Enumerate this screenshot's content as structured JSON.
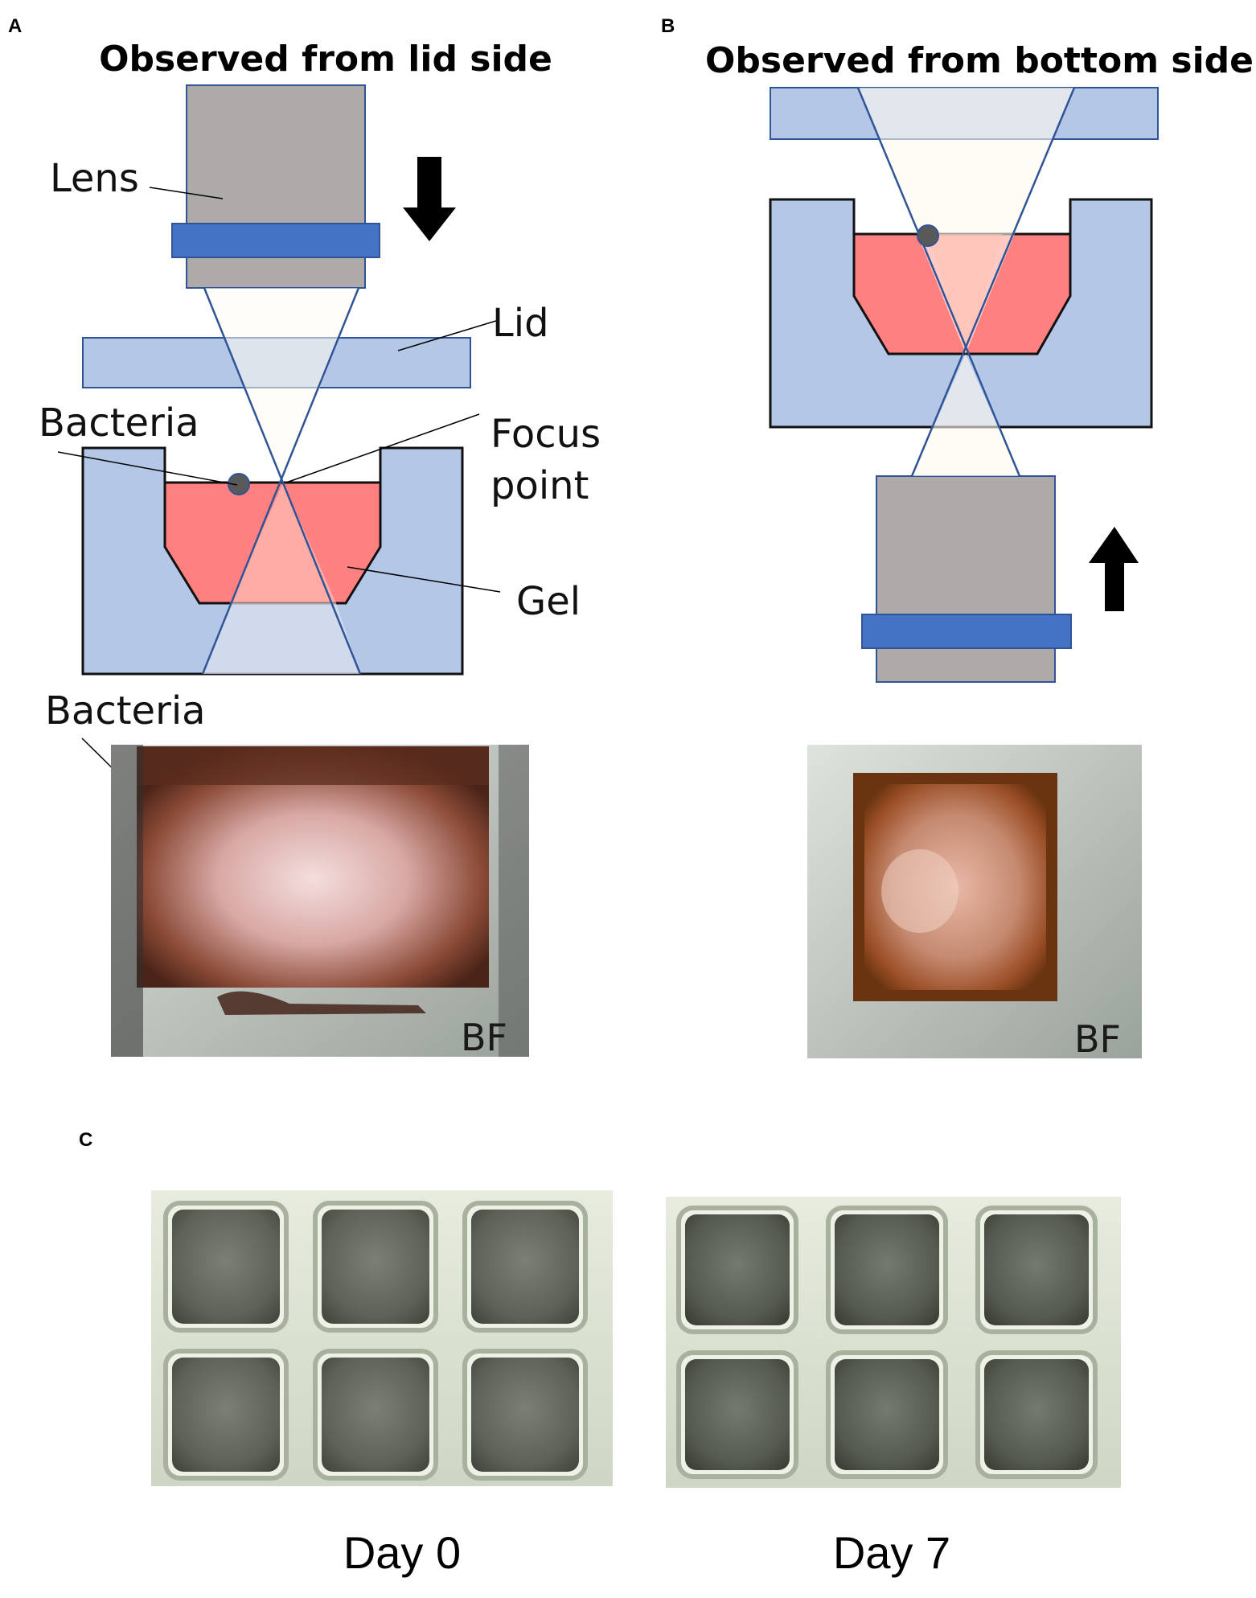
{
  "panels": {
    "a": {
      "letter": "A",
      "title": "Observed from lid side",
      "labels": {
        "lens": "Lens",
        "lid": "Lid",
        "bacteria": "Bacteria",
        "focus_line1": "Focus",
        "focus_line2": "point",
        "gel": "Gel",
        "bacteria_photo": "Bacteria",
        "photo_mode": "BF"
      },
      "arrow_direction": "down"
    },
    "b": {
      "letter": "B",
      "title": "Observed from bottom side",
      "labels": {
        "photo_mode": "BF"
      },
      "arrow_direction": "up"
    },
    "c": {
      "letter": "C",
      "groups": [
        {
          "label": "Day 0",
          "wells": 6
        },
        {
          "label": "Day 7",
          "wells": 6
        }
      ]
    }
  },
  "colors": {
    "dish_blue": "#b4c7e7",
    "dish_outline": "#111111",
    "lens_gray": "#aeaaaa",
    "lens_band": "#4472c4",
    "gel_red": "#ff8080",
    "gel_light": "#ffa898",
    "light_cone": "#fffbf0",
    "cone_line": "#2f5597",
    "bacteria_dot": "#595959"
  }
}
